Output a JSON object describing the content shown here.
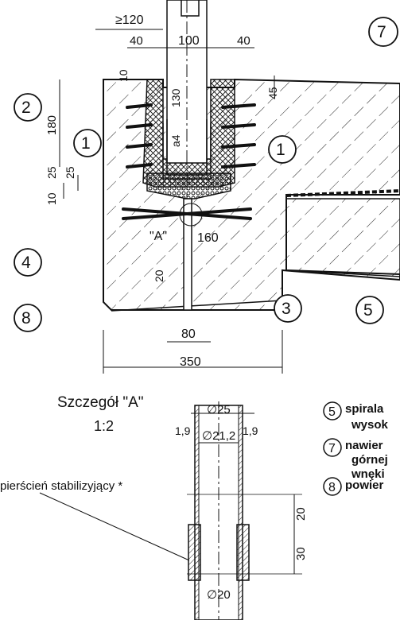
{
  "dimensions": {
    "min_120": "≥120",
    "d40_left": "40",
    "d100": "100",
    "d40_right": "40",
    "d10_top": "10",
    "d45": "45",
    "d130": "130",
    "a4": "a4",
    "d180": "180",
    "d25_a": "25",
    "d25_b": "25",
    "d10_left": "10",
    "d160": "160",
    "d20_vert": "20",
    "d80": "80",
    "d350": "350"
  },
  "detail_labels": {
    "marker_A": "\"A\"",
    "title": "Szczegół \"A\"",
    "scale": "1:2",
    "ring": "pierścień stabilizyjący *",
    "d25": "∅25",
    "d21_2": "∅21,2",
    "wall_left": "1,9",
    "wall_right": "1,9",
    "h20": "20",
    "h30": "30",
    "d20": "∅20"
  },
  "callouts": [
    "1",
    "1",
    "2",
    "3",
    "4",
    "5",
    "7",
    "8"
  ],
  "legend": [
    {
      "number": "5",
      "text": "spirala",
      "line2": "wysok"
    },
    {
      "number": "7",
      "text": "nawier",
      "line2": "górnej",
      "line3": "wnęki"
    },
    {
      "number": "8",
      "text": "powier"
    }
  ]
}
